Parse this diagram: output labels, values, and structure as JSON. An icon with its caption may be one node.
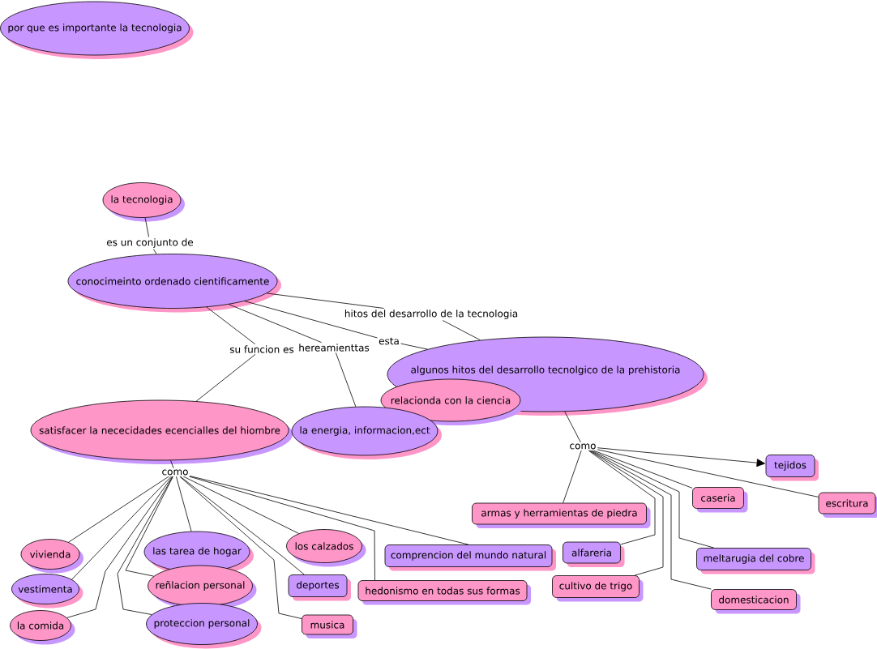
{
  "diagram": {
    "nodes": [
      {
        "text": [
          "por que es importante la tecnologia"
        ]
      },
      {
        "text": [
          "la tecnologia"
        ]
      },
      {
        "text": [
          "es un conjunto de"
        ]
      },
      {
        "text": [
          "conocimeinto ordenado cientificamente"
        ]
      },
      {
        "text": [
          "su funcion es"
        ]
      },
      {
        "text": [
          "hereamienttas"
        ]
      },
      {
        "text": [
          "esta"
        ]
      },
      {
        "text": [
          "hitos del desarrollo de la tecnologia"
        ]
      },
      {
        "text": [
          "algunos hitos del desarrollo tecnolgico de la prehistoria"
        ]
      },
      {
        "text": [
          "relacionda con la ciencia"
        ]
      },
      {
        "text": [
          "satisfacer la nececidades ecencialles del hiombre"
        ]
      },
      {
        "text": [
          "la energia, informacion,ect"
        ]
      },
      {
        "text": [
          "como"
        ]
      },
      {
        "text": [
          "como"
        ]
      },
      {
        "text": [
          "vivienda"
        ]
      },
      {
        "text": [
          "las tarea de hogar"
        ]
      },
      {
        "text": [
          "los calzados"
        ]
      },
      {
        "text": [
          "comprencion del mundo natural"
        ]
      },
      {
        "text": [
          "vestimenta"
        ]
      },
      {
        "text": [
          "reñlacion personal"
        ]
      },
      {
        "text": [
          "deportes"
        ]
      },
      {
        "text": [
          "hedonismo en todas sus formas"
        ]
      },
      {
        "text": [
          "la comida"
        ]
      },
      {
        "text": [
          "proteccion personal"
        ]
      },
      {
        "text": [
          "musica"
        ]
      },
      {
        "text": [
          "tejidos"
        ]
      },
      {
        "text": [
          "armas y herramientas de piedra"
        ]
      },
      {
        "text": [
          "caseria"
        ]
      },
      {
        "text": [
          "alfareria"
        ]
      },
      {
        "text": [
          "meltarugia del cobre"
        ]
      },
      {
        "text": [
          "escritura"
        ]
      },
      {
        "text": [
          "cultivo de trigo"
        ]
      },
      {
        "text": [
          "domesticacion"
        ]
      }
    ],
    "edges": [
      {
        "from": 1,
        "to": 2,
        "arrow": "none"
      },
      {
        "from": 2,
        "to": 3,
        "arrow": "none"
      },
      {
        "from": 3,
        "to": 4,
        "arrow": "none"
      },
      {
        "from": 4,
        "to": 10,
        "arrow": "none"
      },
      {
        "from": 3,
        "to": 5,
        "arrow": "none"
      },
      {
        "from": 5,
        "to": 11,
        "arrow": "none"
      },
      {
        "from": 3,
        "to": 6,
        "arrow": "none"
      },
      {
        "from": 6,
        "to": 8,
        "arrow": "none"
      },
      {
        "from": 3,
        "to": 7,
        "arrow": "none"
      },
      {
        "from": 7,
        "to": 8,
        "arrow": "none"
      },
      {
        "from": 10,
        "to": 12,
        "arrow": "none"
      },
      {
        "from": 12,
        "to": 14,
        "arrow": "none"
      },
      {
        "from": 12,
        "to": 15,
        "arrow": "none"
      },
      {
        "from": 12,
        "to": 16,
        "arrow": "none"
      },
      {
        "from": 12,
        "to": 17,
        "arrow": "none"
      },
      {
        "from": 12,
        "to": 18,
        "arrow": "none"
      },
      {
        "from": 12,
        "to": 19,
        "arrow": "none"
      },
      {
        "from": 12,
        "to": 20,
        "arrow": "none"
      },
      {
        "from": 12,
        "to": 21,
        "arrow": "none"
      },
      {
        "from": 12,
        "to": 22,
        "arrow": "none"
      },
      {
        "from": 12,
        "to": 23,
        "arrow": "none"
      },
      {
        "from": 12,
        "to": 24,
        "arrow": "none"
      },
      {
        "from": 8,
        "to": 13,
        "arrow": "none"
      },
      {
        "from": 13,
        "to": 25,
        "arrow": "to"
      },
      {
        "from": 13,
        "to": 26,
        "arrow": "none"
      },
      {
        "from": 13,
        "to": 27,
        "arrow": "none"
      },
      {
        "from": 13,
        "to": 28,
        "arrow": "none"
      },
      {
        "from": 13,
        "to": 29,
        "arrow": "none"
      },
      {
        "from": 13,
        "to": 30,
        "arrow": "none"
      },
      {
        "from": 13,
        "to": 31,
        "arrow": "none"
      },
      {
        "from": 13,
        "to": 32,
        "arrow": "none"
      }
    ]
  }
}
